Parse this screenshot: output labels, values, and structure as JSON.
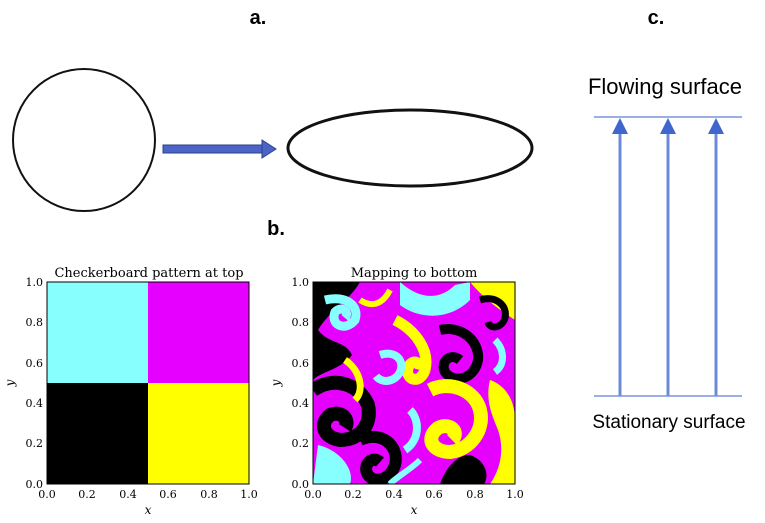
{
  "panel_labels": {
    "a": "a.",
    "b": "b.",
    "c": "c."
  },
  "panel_c": {
    "top_label": "Flowing surface",
    "bottom_label": "Stationary surface",
    "arrow_color": "#4a6fcf"
  },
  "panel_a": {
    "arrow_color": "#4b64c6"
  },
  "panel_b": {
    "left_plot": {
      "title": "Checkerboard pattern at top",
      "xlabel": "x",
      "ylabel": "y",
      "x_ticks": [
        "0.0",
        "0.2",
        "0.4",
        "0.6",
        "0.8",
        "1.0"
      ],
      "y_ticks": [
        "0.0",
        "0.2",
        "0.4",
        "0.6",
        "0.8",
        "1.0"
      ],
      "quadrant_colors": {
        "top_left": "#88ffff",
        "top_right": "#e600ff",
        "bottom_left": "#000000",
        "bottom_right": "#ffff00"
      }
    },
    "right_plot": {
      "title": "Mapping to bottom",
      "xlabel": "x",
      "ylabel": "y",
      "x_ticks": [
        "0.0",
        "0.2",
        "0.4",
        "0.6",
        "0.8",
        "1.0"
      ],
      "y_ticks": [
        "0.0",
        "0.2",
        "0.4",
        "0.6",
        "0.8",
        "1.0"
      ],
      "pattern_colors": [
        "#88ffff",
        "#e600ff",
        "#000000",
        "#ffff00"
      ]
    }
  }
}
